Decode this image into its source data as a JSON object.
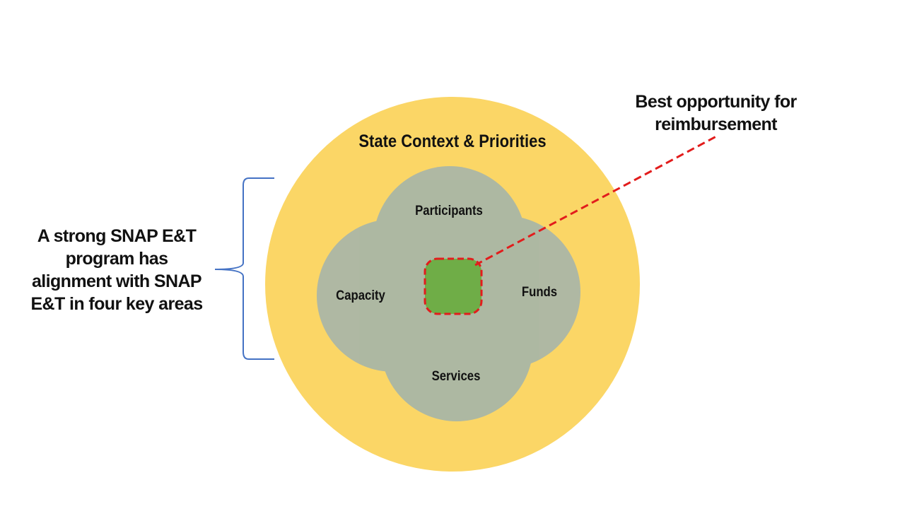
{
  "diagram": {
    "outer_label": "State Context & Priorities",
    "areas": [
      {
        "key": "participants",
        "label": "Participants"
      },
      {
        "key": "capacity",
        "label": "Capacity"
      },
      {
        "key": "funds",
        "label": "Funds"
      },
      {
        "key": "services",
        "label": "Services"
      }
    ],
    "side_text_lines": [
      "A strong SNAP E&T",
      "program has",
      "alignment with SNAP",
      "E&T in four key areas"
    ],
    "callout_lines": [
      "Best opportunity for",
      "reimbursement"
    ],
    "colors": {
      "outer_circle": "#FBD666",
      "area_circle": "#7FA6C8",
      "center": "#6FAD47",
      "center_outline": "#E21C1C",
      "bracket": "#4472C4"
    }
  }
}
